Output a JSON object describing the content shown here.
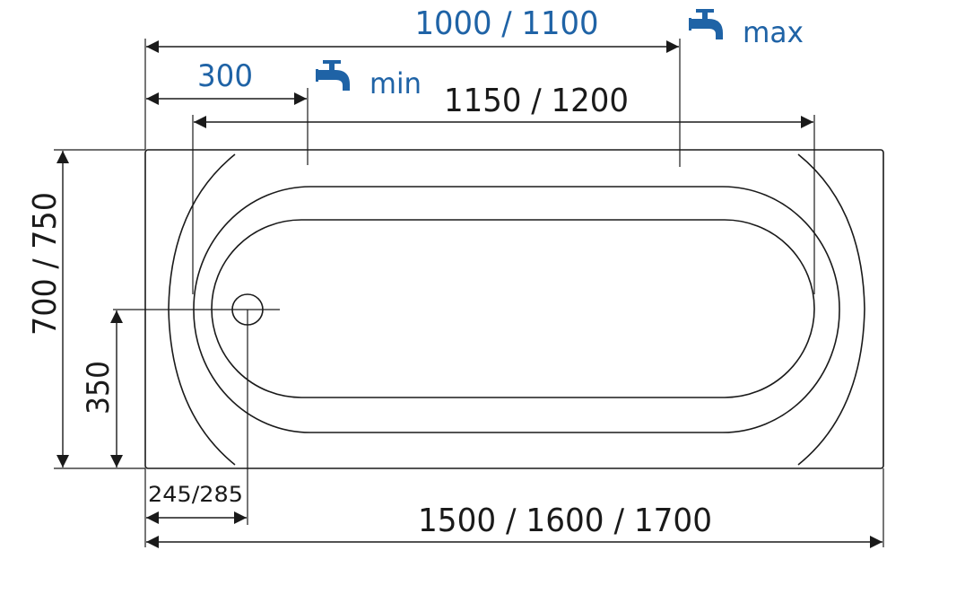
{
  "colors": {
    "ink": "#1a1a1a",
    "accent": "#1f63a6"
  },
  "faucet_icon": "faucet-icon",
  "dimensions": {
    "overflow_range": "1000 / 1100",
    "overflow_min": "300",
    "inner_length": "1150 / 1200",
    "width": "700 / 750",
    "drain_height": "350",
    "drain_offset": "245/285",
    "length": "1500 / 1600 / 1700"
  },
  "labels": {
    "max": "max",
    "min": "min"
  }
}
